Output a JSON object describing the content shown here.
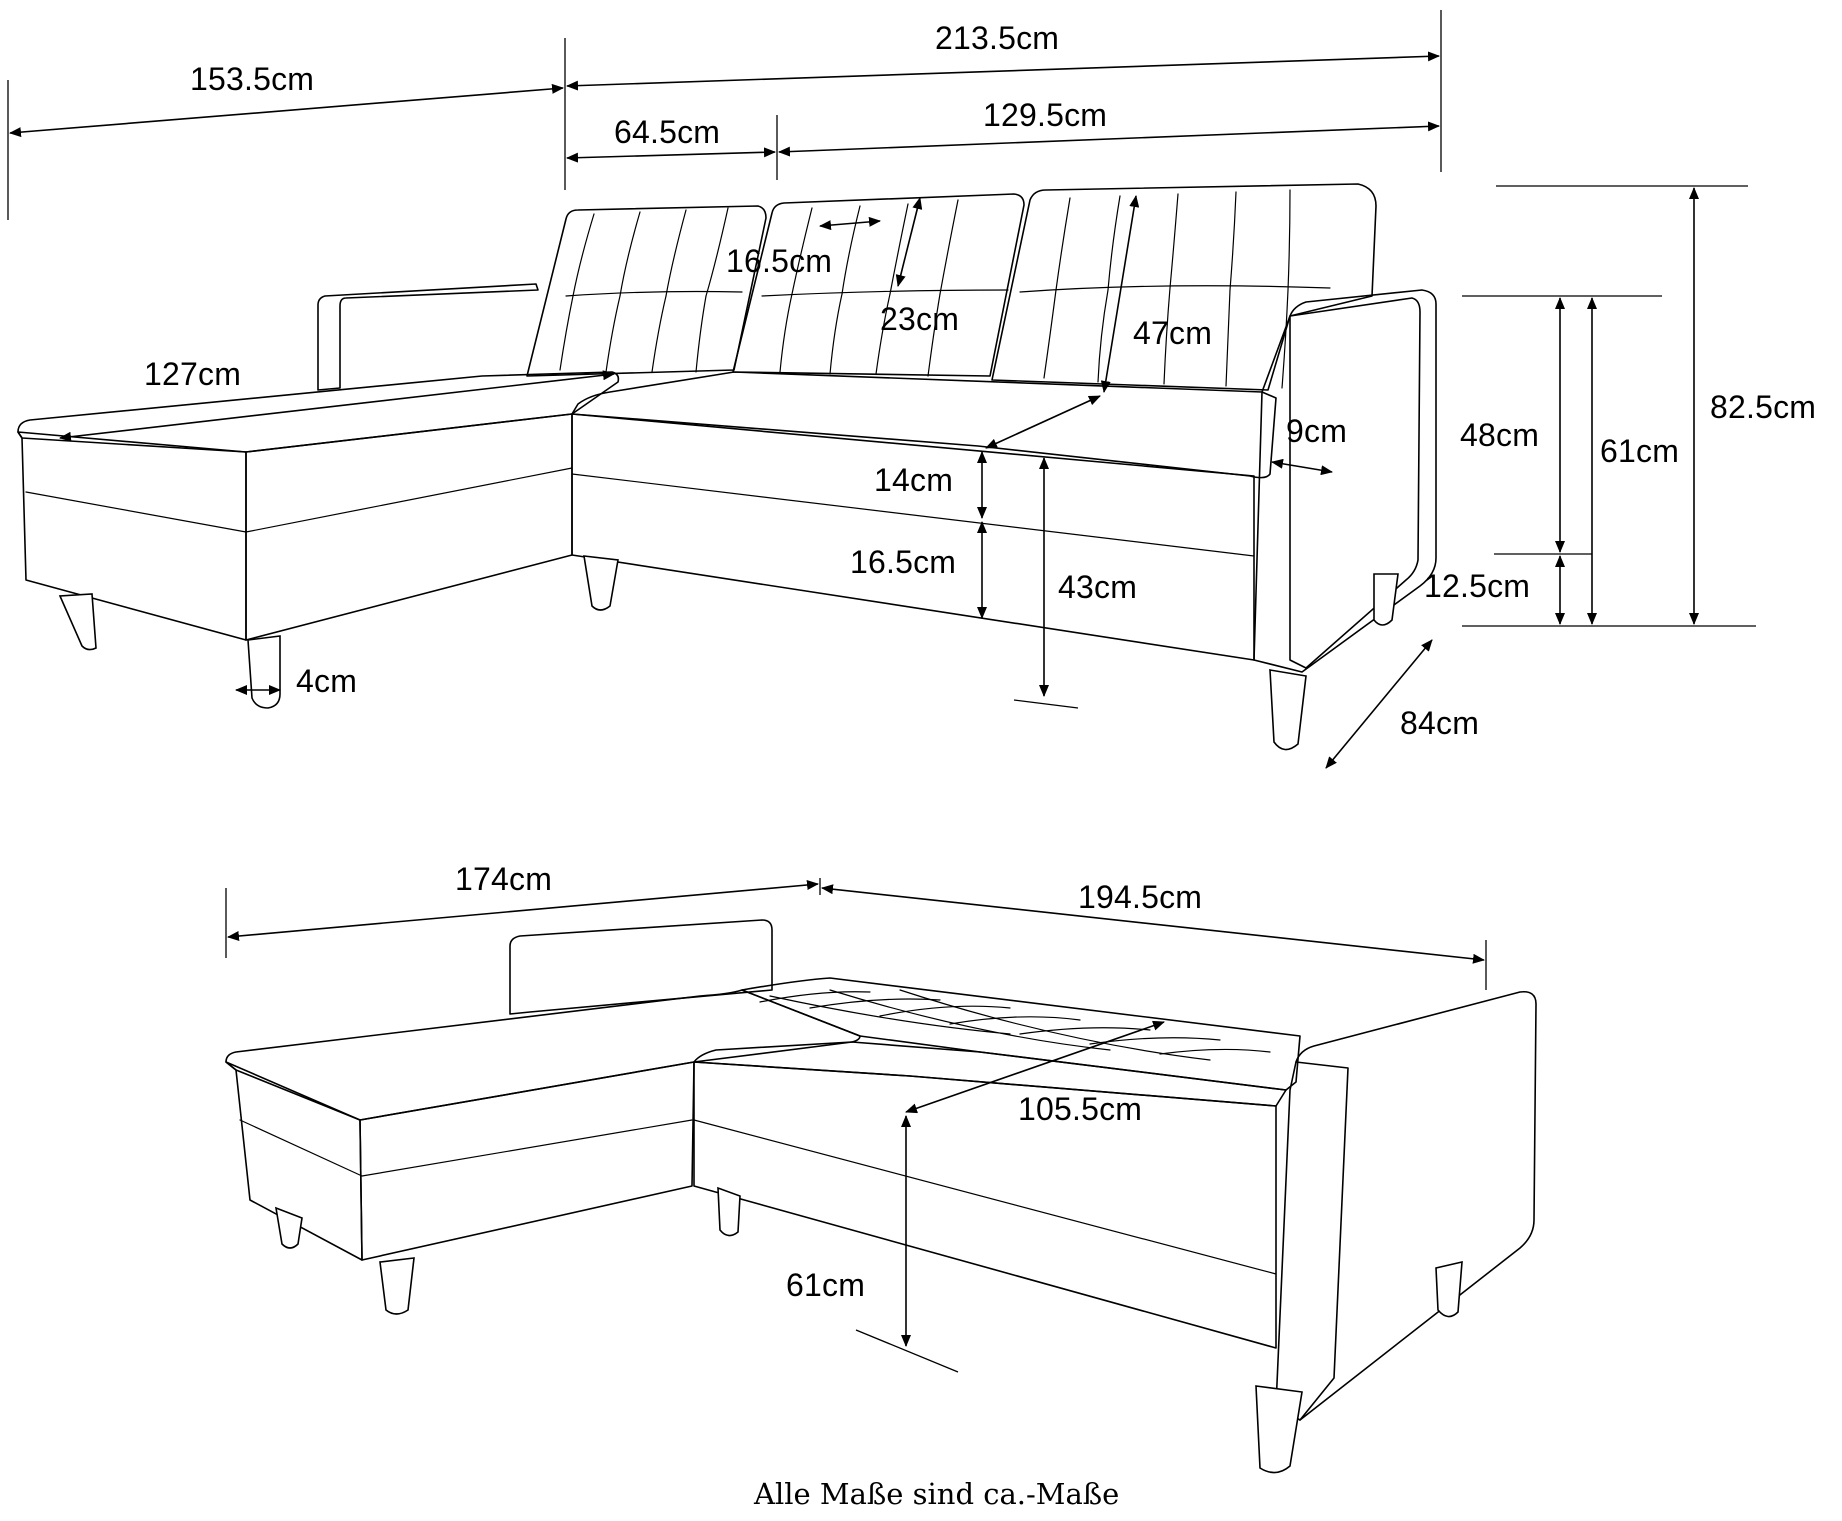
{
  "diagram": {
    "upper_view": {
      "dimensions": {
        "total_width_chaise": "153.5cm",
        "total_width_sofa": "213.5cm",
        "seat_left_section": "64.5cm",
        "seat_right_section": "129.5cm",
        "tuft_width": "16.5cm",
        "tuft_height": "23cm",
        "backrest_height": "47cm",
        "chaise_length": "127cm",
        "armrest_width": "9cm",
        "seat_cushion": "14cm",
        "seat_base": "16.5cm",
        "seat_height": "43cm",
        "leg_width": "4cm",
        "depth": "84cm",
        "armrest_height": "48cm",
        "armrest_total_height": "61cm",
        "total_height": "82.5cm",
        "leg_height": "12.5cm"
      }
    },
    "lower_view": {
      "dimensions": {
        "bed_width_left": "174cm",
        "bed_width_right": "194.5cm",
        "bed_depth": "105.5cm",
        "bed_height": "61cm"
      }
    },
    "footer_note": "Alle Maße sind ca.-Maße"
  }
}
